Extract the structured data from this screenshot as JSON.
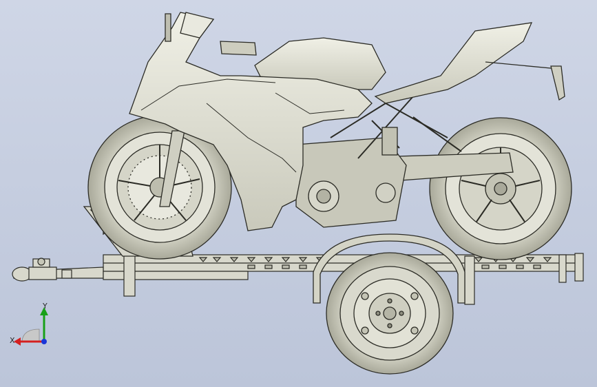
{
  "viewport": {
    "background_top": "#cfd6e6",
    "background_bottom": "#bcc5d9",
    "model_fill": "#dadace",
    "model_stroke": "#2b2b25",
    "model_shadow": "#aeae9e"
  },
  "model": {
    "parts": [
      "motorcycle",
      "trailer-frame",
      "trailer-wheel",
      "wheel-chock",
      "hitch-coupler",
      "fender"
    ]
  },
  "triad": {
    "x_label": "X",
    "y_label": "Y",
    "x_color": "#d42020",
    "y_color": "#18a018",
    "z_color": "#1a36d8"
  }
}
